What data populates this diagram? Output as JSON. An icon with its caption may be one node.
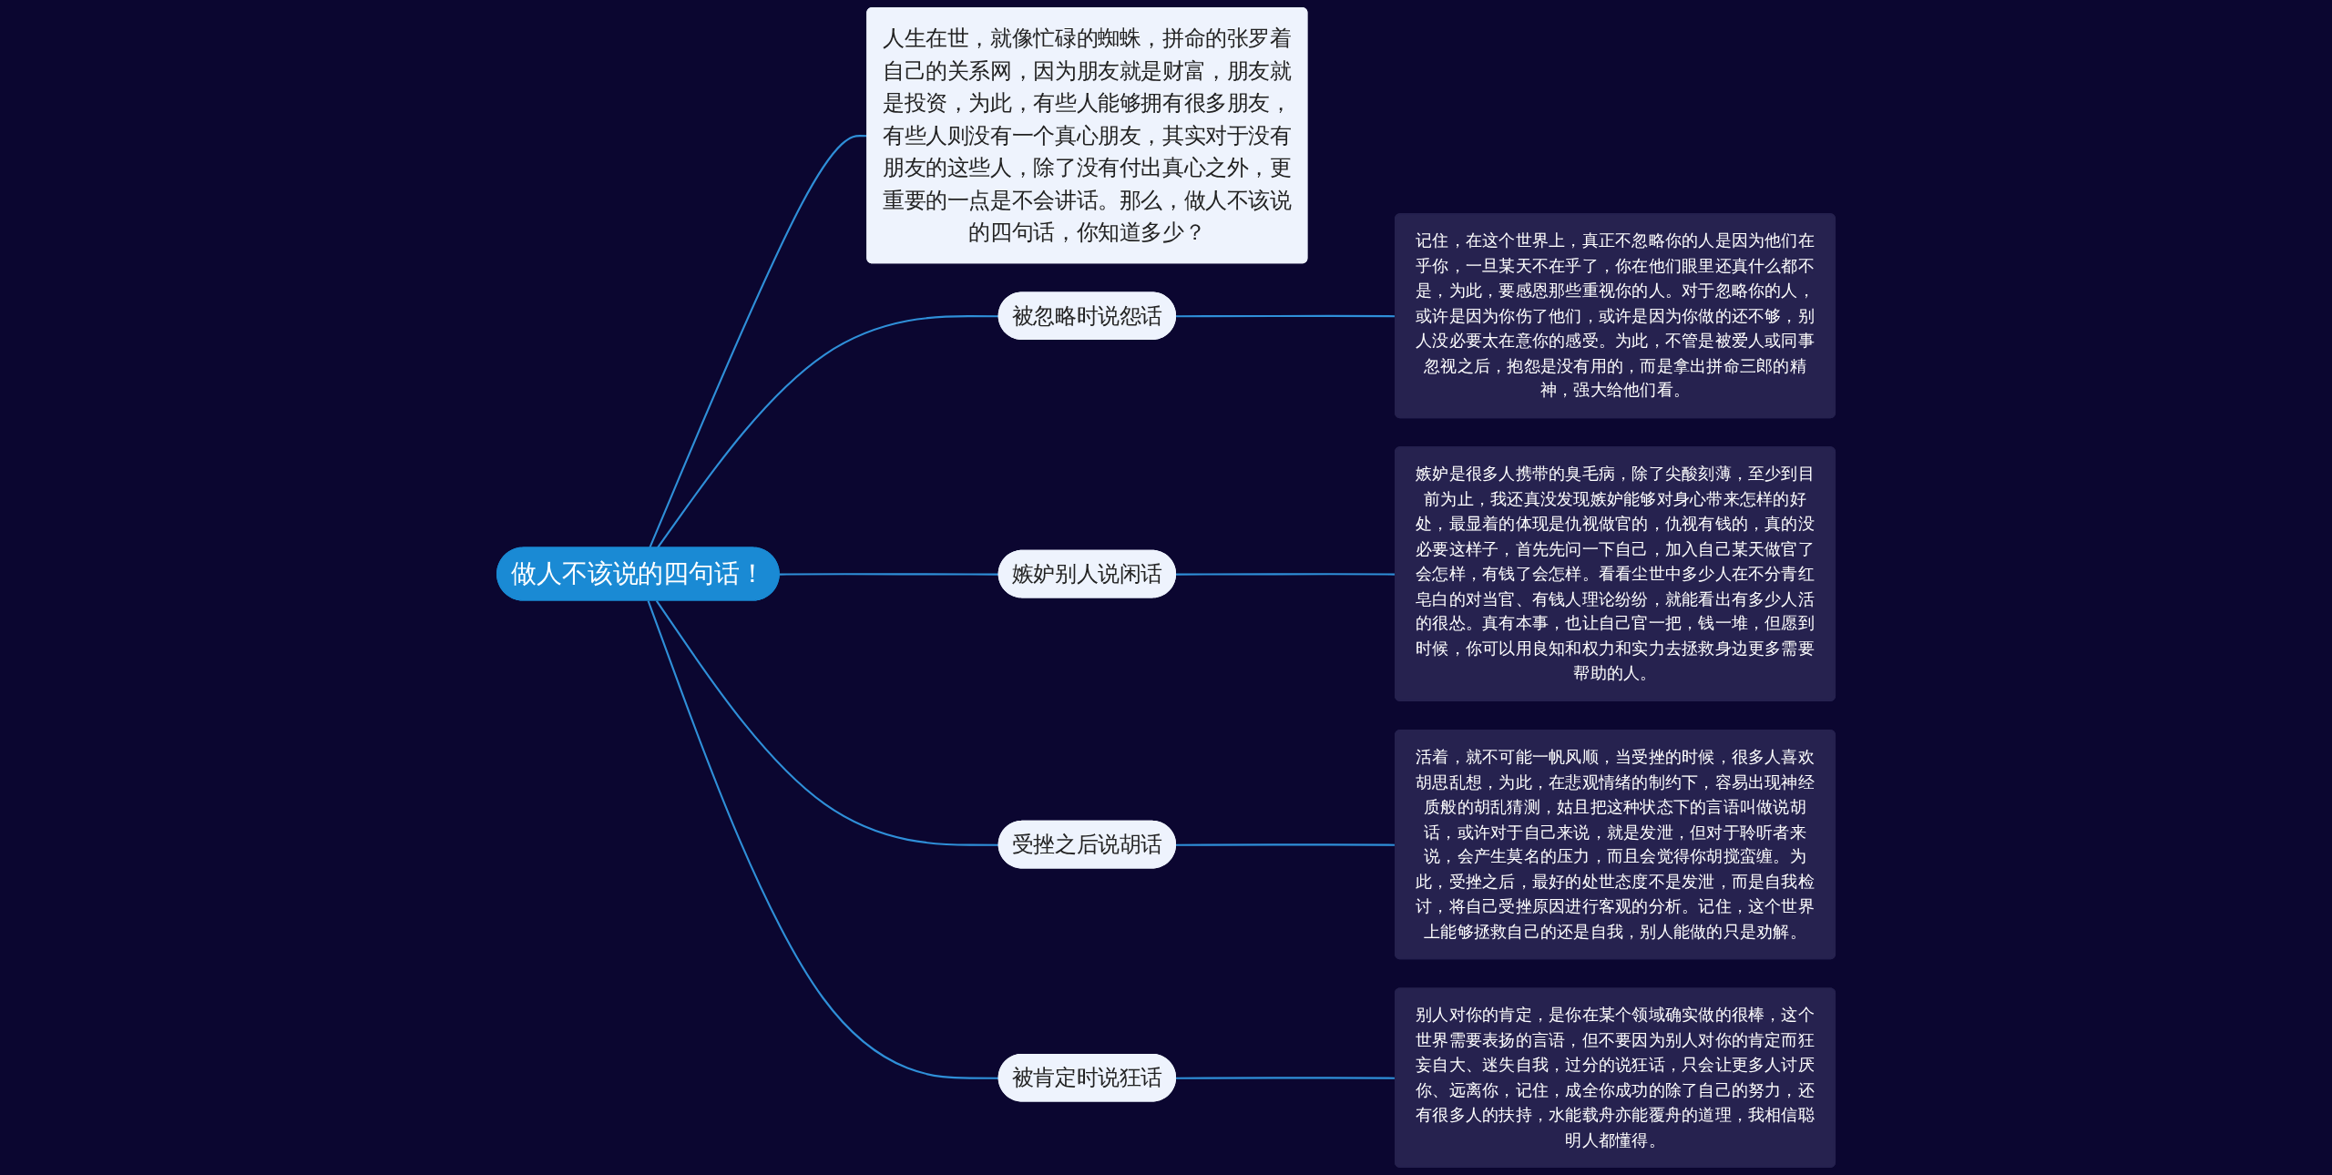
{
  "diagram": {
    "nodes": [
      {
        "text": [
          "做人不该说的四句话！"
        ]
      },
      {
        "text": [
          "人生在世，就像忙碌的蜘蛛，拼命的张罗着自己的关系网，因为朋友就是财富，朋友就是投资，为此，有些人能够拥有很多朋友，有些人则没有一个真心朋友，其实对于没有朋友的这些人，除了没有付出真心之外，更重要的一点是不会讲话。那么，做人不该说的四句话，你知道多少？"
        ]
      },
      {
        "text": [
          "被忽略时说怨话"
        ]
      },
      {
        "text": [
          "记住，在这个世界上，真正不忽略你的人是因为他们在乎你，一旦某天不在乎了，你在他们眼里还真什么都不是，为此，要感恩那些重视你的人。对于忽略你的人，或许是因为你伤了他们，或许是因为你做的还不够，别人没必要太在意你的感受。为此，不管是被爱人或同事忽视之后，抱怨是没有用的，而是拿出拼命三郎的精神，强大给他们看。"
        ]
      },
      {
        "text": [
          "嫉妒别人说闲话"
        ]
      },
      {
        "text": [
          "嫉妒是很多人携带的臭毛病，除了尖酸刻薄，至少到目前为止，我还真没发现嫉妒能够对身心带来怎样的好处，最显着的体现是仇视做官的，仇视有钱的，真的没必要这样子，首先先问一下自己，加入自己某天做官了会怎样，有钱了会怎样。看看尘世中多少人在不分青红皂白的对当官、有钱人理论纷纷，就能看出有多少人活的很怂。真有本事，也让自己官一把，钱一堆，但愿到时候，你可以用良知和权力和实力去拯救身边更多需要帮助的人。"
        ]
      },
      {
        "text": [
          "受挫之后说胡话"
        ]
      },
      {
        "text": [
          "活着，就不可能一帆风顺，当受挫的时候，很多人喜欢胡思乱想，为此，在悲观情绪的制约下，容易出现神经质般的胡乱猜测，姑且把这种状态下的言语叫做说胡话，或许对于自己来说，就是发泄，但对于聆听者来说，会产生莫名的压力，而且会觉得你胡搅蛮缠。为此，受挫之后，最好的处世态度不是发泄，而是自我检讨，将自己受挫原因进行客观的分析。记住，这个世界上能够拯救自己的还是自我，别人能做的只是劝解。"
        ]
      },
      {
        "text": [
          "被肯定时说狂话"
        ]
      },
      {
        "text": [
          "别人对你的肯定，是你在某个领域确实做的很棒，这个世界需要表扬的言语，但不要因为别人对你的肯定而狂妄自大、迷失自我，过分的说狂话，只会让更多人讨厌你、远离你，记住，成全你成功的除了自己的努力，还有很多人的扶持，水能载舟亦能覆舟的道理，我相信聪明人都懂得。"
        ]
      }
    ],
    "edges": [
      {
        "from": 0,
        "to": 1,
        "arrow": "none"
      },
      {
        "from": 0,
        "to": 2,
        "arrow": "none"
      },
      {
        "from": 2,
        "to": 3,
        "arrow": "none"
      },
      {
        "from": 0,
        "to": 4,
        "arrow": "none"
      },
      {
        "from": 4,
        "to": 5,
        "arrow": "none"
      },
      {
        "from": 0,
        "to": 6,
        "arrow": "none"
      },
      {
        "from": 6,
        "to": 7,
        "arrow": "none"
      },
      {
        "from": 0,
        "to": 8,
        "arrow": "none"
      },
      {
        "from": 8,
        "to": 9,
        "arrow": "none"
      }
    ]
  }
}
